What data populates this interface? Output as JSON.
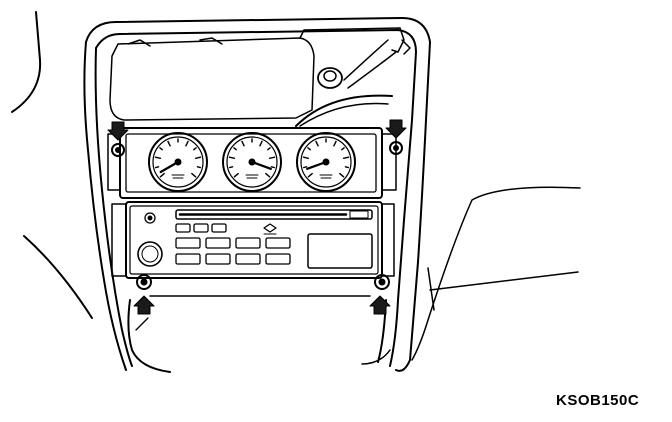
{
  "figure_code": "KSOB150C",
  "gauges": [
    {
      "name": "oil-pressure-gauge"
    },
    {
      "name": "voltmeter-gauge"
    },
    {
      "name": "fuel-gauge"
    }
  ],
  "colors": {
    "line": "#000000",
    "background": "#ffffff",
    "arrow": "#1a1a1a"
  },
  "icons": [
    "arrow-down-icon",
    "arrow-up-icon",
    "screw-icon"
  ]
}
